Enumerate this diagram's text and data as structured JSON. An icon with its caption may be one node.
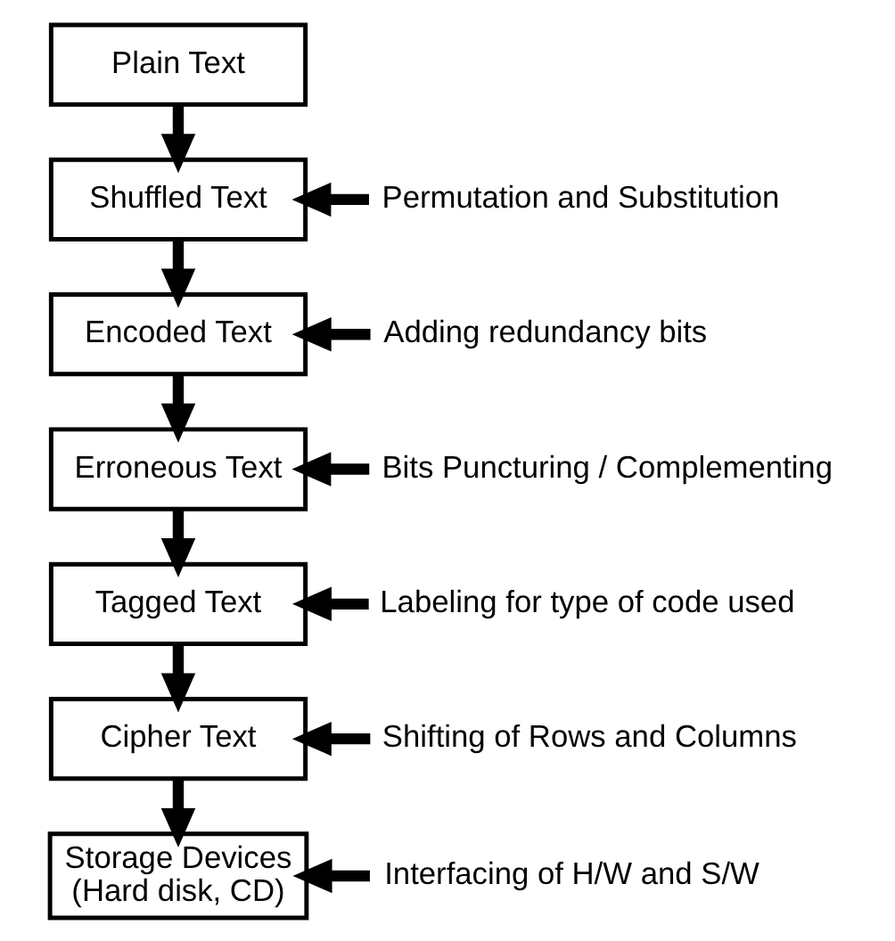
{
  "diagram": {
    "nodes": [
      {
        "text": [
          "Plain Text"
        ]
      },
      {
        "text": [
          "Permutation and Substitution"
        ]
      },
      {
        "text": [
          "Shuffled Text"
        ]
      },
      {
        "text": [
          "Adding redundancy bits"
        ]
      },
      {
        "text": [
          "Encoded Text"
        ]
      },
      {
        "text": [
          "Bits Puncturing / Complementing"
        ]
      },
      {
        "text": [
          "Erroneous Text"
        ]
      },
      {
        "text": [
          "Labeling for type of code used"
        ]
      },
      {
        "text": [
          "Tagged Text"
        ]
      },
      {
        "text": [
          "Shifting of Rows and Columns"
        ]
      },
      {
        "text": [
          "Cipher Text"
        ]
      },
      {
        "text": [
          "Interfacing of H/W and S/W"
        ]
      },
      {
        "text": [
          "Storage Devices (Hard disk, CD)"
        ]
      }
    ],
    "edges": [
      {
        "from": 0,
        "to": 2,
        "arrow": "to"
      },
      {
        "from": 1,
        "to": 2,
        "arrow": "to"
      },
      {
        "from": 2,
        "to": 4,
        "arrow": "to"
      },
      {
        "from": 3,
        "to": 4,
        "arrow": "to"
      },
      {
        "from": 4,
        "to": 6,
        "arrow": "to"
      },
      {
        "from": 5,
        "to": 6,
        "arrow": "to"
      },
      {
        "from": 6,
        "to": 8,
        "arrow": "to"
      },
      {
        "from": 7,
        "to": 8,
        "arrow": "to"
      },
      {
        "from": 8,
        "to": 10,
        "arrow": "to"
      },
      {
        "from": 9,
        "to": 10,
        "arrow": "to"
      },
      {
        "from": 10,
        "to": 12,
        "arrow": "to"
      },
      {
        "from": 11,
        "to": 12,
        "arrow": "to"
      }
    ]
  }
}
